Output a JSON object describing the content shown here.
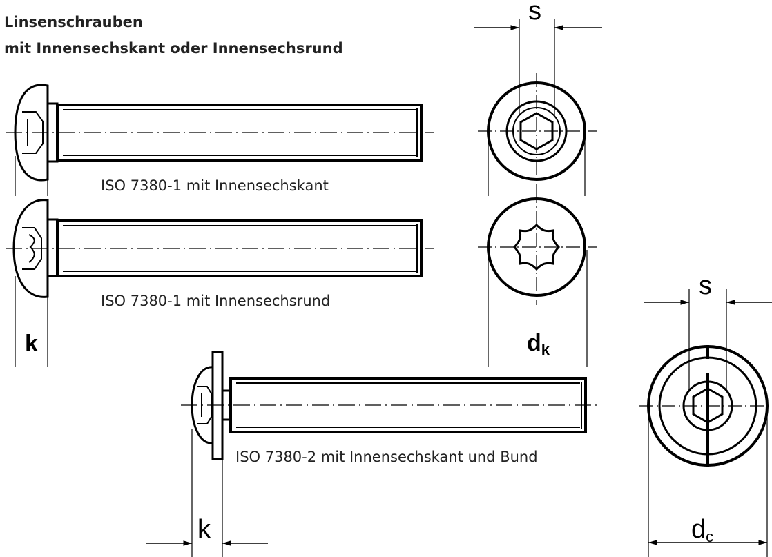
{
  "heading": {
    "line1": "Linsenschrauben",
    "line2": "mit Innensechskant oder Innensechsrund"
  },
  "captions": {
    "hex": "ISO 7380-1 mit Innensechskant",
    "torx": "ISO 7380-1 mit Innensechsrund",
    "collar": "ISO 7380-2 mit Innensechskant und Bund"
  },
  "dimensions": {
    "s_top": "s",
    "s_bottom": "s",
    "k_left": "k",
    "k_bottom": "k",
    "dk_main": "d",
    "dk_sub": "k",
    "dc_main": "d",
    "dc_sub": "c"
  }
}
